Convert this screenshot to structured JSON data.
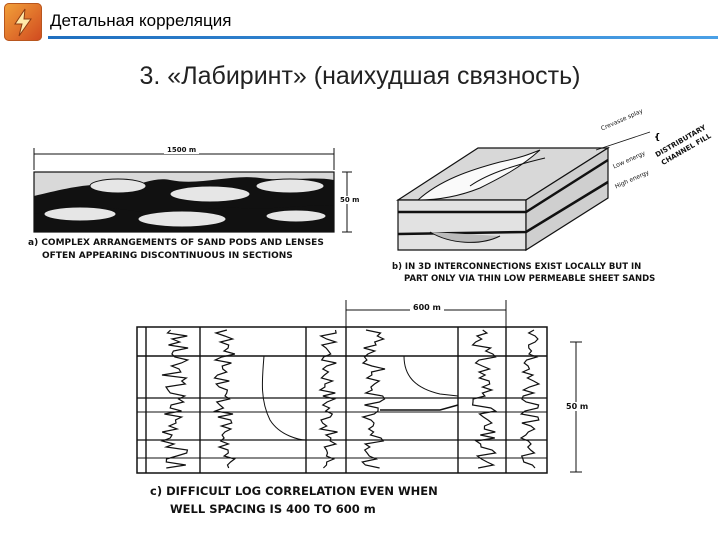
{
  "header": {
    "title": "Детальная корреляция"
  },
  "slide": {
    "title": "3. «Лабиринт» (наихудшая связность)"
  },
  "figure_a": {
    "dim_width": "1500 m",
    "dim_height": "50 m",
    "caption_line1": "a) COMPLEX ARRANGEMENTS OF SAND PODS AND LENSES",
    "caption_line2": "OFTEN APPEARING DISCONTINUOUS IN SECTIONS"
  },
  "figure_b": {
    "label_crevasse": "Crevasse splay",
    "label_low": "Low energy",
    "label_high": "High energy",
    "label_distributary": "DISTRIBUTARY",
    "label_channel": "CHANNEL FILL",
    "caption_line1": "b) IN 3D INTERCONNECTIONS EXIST LOCALLY BUT IN",
    "caption_line2": "PART ONLY VIA THIN LOW PERMEABLE SHEET SANDS"
  },
  "figure_c": {
    "dim_width": "600 m",
    "dim_height": "50 m",
    "caption_line1": "c) DIFFICULT LOG CORRELATION EVEN WHEN",
    "caption_line2": "WELL SPACING IS 400 TO 600 m"
  }
}
